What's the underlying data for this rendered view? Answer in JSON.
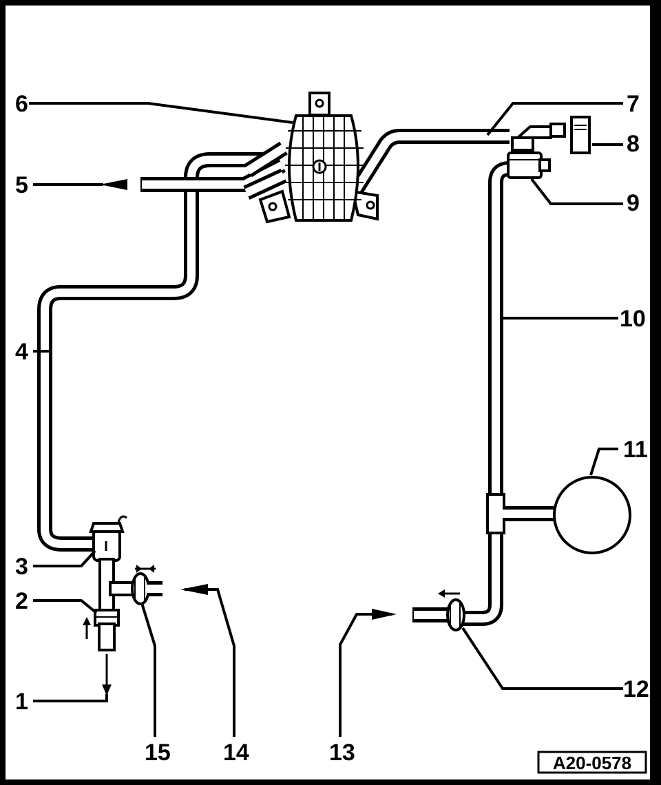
{
  "labels": {
    "l1": "1",
    "l2": "2",
    "l3": "3",
    "l4": "4",
    "l5": "5",
    "l6": "6",
    "l7": "7",
    "l8": "8",
    "l9": "9",
    "l10": "10",
    "l11": "11",
    "l12": "12",
    "l13": "13",
    "l14": "14",
    "l15": "15"
  },
  "figure_id": "A20-0578"
}
